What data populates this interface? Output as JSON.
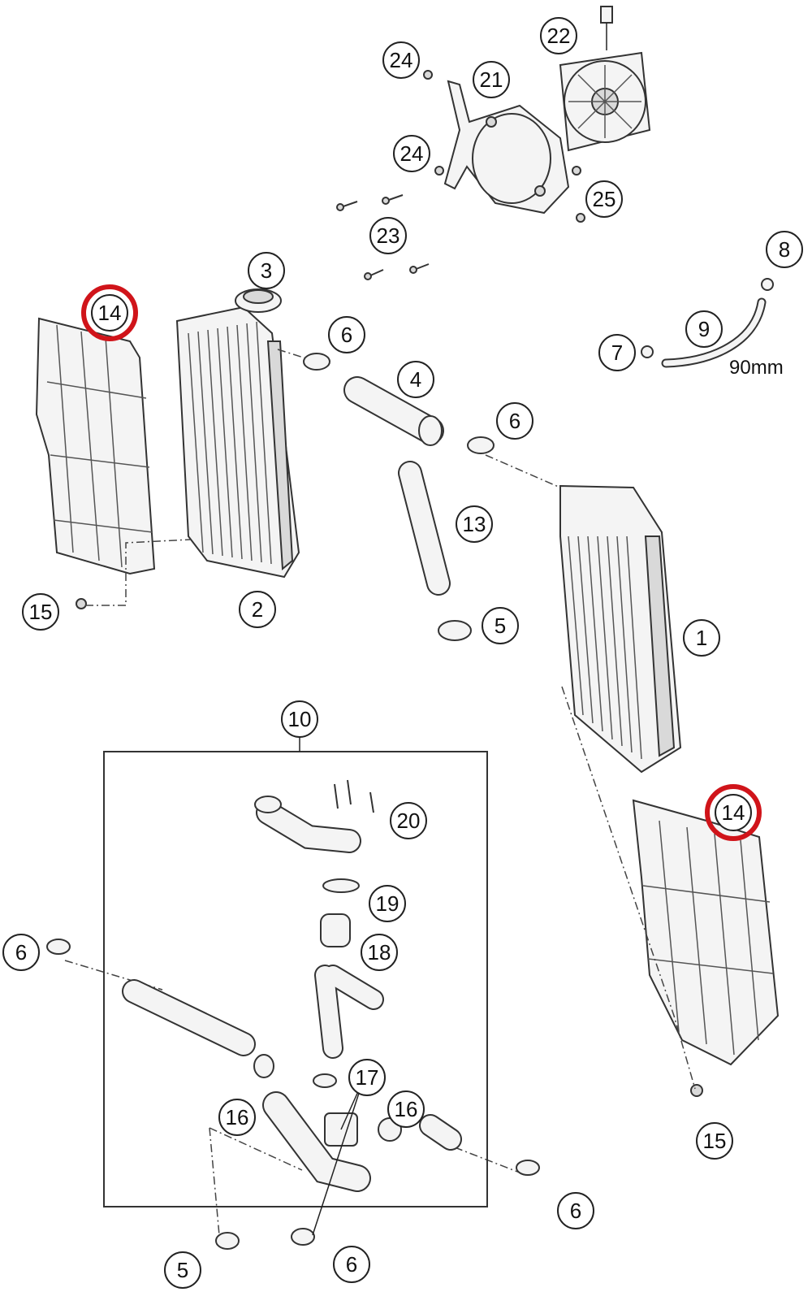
{
  "callouts": [
    {
      "id": "c22",
      "label": "22"
    },
    {
      "id": "c24a",
      "label": "24"
    },
    {
      "id": "c21",
      "label": "21"
    },
    {
      "id": "c24b",
      "label": "24"
    },
    {
      "id": "c25",
      "label": "25"
    },
    {
      "id": "c23",
      "label": "23"
    },
    {
      "id": "c8",
      "label": "8"
    },
    {
      "id": "c3",
      "label": "3"
    },
    {
      "id": "c14a",
      "label": "14",
      "highlighted": true
    },
    {
      "id": "c9",
      "label": "9"
    },
    {
      "id": "c6a",
      "label": "6"
    },
    {
      "id": "c7",
      "label": "7"
    },
    {
      "id": "c4",
      "label": "4"
    },
    {
      "id": "c6b",
      "label": "6"
    },
    {
      "id": "c13",
      "label": "13"
    },
    {
      "id": "c15a",
      "label": "15"
    },
    {
      "id": "c2",
      "label": "2"
    },
    {
      "id": "c5a",
      "label": "5"
    },
    {
      "id": "c1",
      "label": "1"
    },
    {
      "id": "c10",
      "label": "10"
    },
    {
      "id": "c14b",
      "label": "14",
      "highlighted": true
    },
    {
      "id": "c20",
      "label": "20"
    },
    {
      "id": "c19",
      "label": "19"
    },
    {
      "id": "c6c",
      "label": "6"
    },
    {
      "id": "c18",
      "label": "18"
    },
    {
      "id": "c17",
      "label": "17"
    },
    {
      "id": "c16a",
      "label": "16"
    },
    {
      "id": "c16b",
      "label": "16"
    },
    {
      "id": "c15b",
      "label": "15"
    },
    {
      "id": "c6d",
      "label": "6"
    },
    {
      "id": "c5b",
      "label": "5"
    },
    {
      "id": "c6e",
      "label": "6"
    }
  ],
  "hose_length_label": "90mm",
  "colors": {
    "highlight": "#d0141a",
    "line": "#222222",
    "part_fill": "#f4f4f4"
  }
}
